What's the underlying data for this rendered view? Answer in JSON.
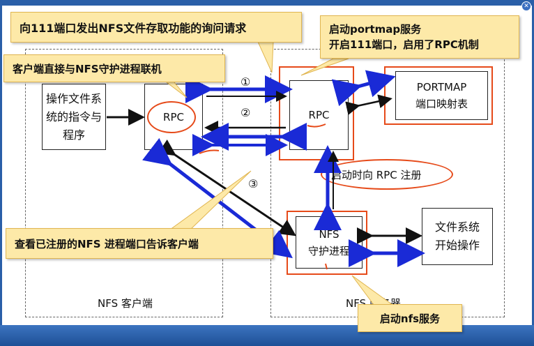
{
  "callouts": {
    "request": "向111端口发出NFS文件存取功能的询问请求",
    "start_portmap_line1": "启动portmap服务",
    "start_portmap_line2": "开启111端口，启用了RPC机制",
    "client_direct": "客户端直接与NFS守护进程联机",
    "lookup_port": "查看已注册的NFS 进程端口告诉客户端",
    "start_nfs": "启动nfs服务"
  },
  "client": {
    "region_label": "NFS 客户端",
    "ops_box": "操作文件系统的指令与程序",
    "rpc": "RPC"
  },
  "server": {
    "region_label": "NFS 服务器",
    "rpc": "RPC",
    "portmap_line1": "PORTMAP",
    "portmap_line2": "端口映射表",
    "nfs_line1": "NFS",
    "nfs_line2": "守护进程",
    "fs_line1": "文件系统",
    "fs_line2": "开始操作",
    "register_label": "启动时向 RPC 注册"
  },
  "step_numbers": [
    "①",
    "②",
    "③"
  ],
  "colors": {
    "accent_blue": "#1a2ad6",
    "callout_fill": "#fde9a8",
    "highlight_red": "#e64a19",
    "frame_blue": "#2a5fa8"
  }
}
